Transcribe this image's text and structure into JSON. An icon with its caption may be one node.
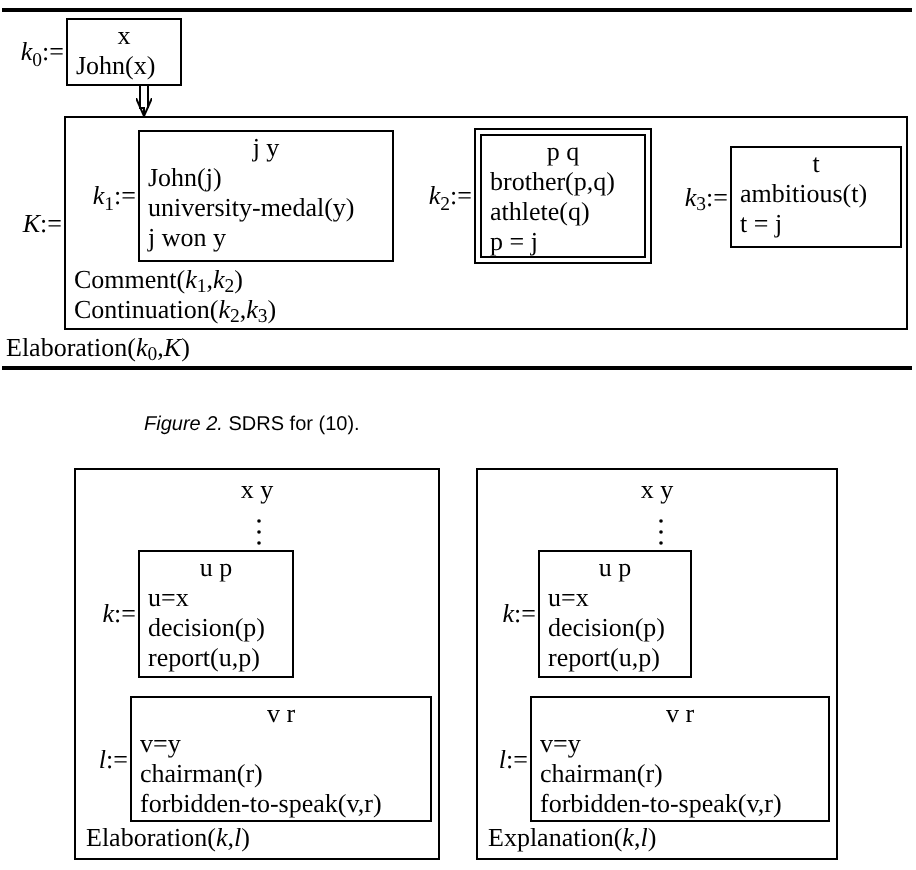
{
  "diagram": {
    "caption": "*Figure 2.* SDRS for (10).",
    "nodes": [
      {
        "text": [
          "x",
          "John(x)"
        ],
        "beside": [
          "*k*$_{0}$:="
        ]
      },
      {
        "text": [
          "Comment(*k*$_{1}$,*k*$_{2}$)",
          "Continuation(*k*$_{2}$,*k*$_{3}$)"
        ],
        "beside": [
          "*K*:="
        ]
      },
      {
        "text": [
          "j y",
          "John(j)",
          "university-medal(y)",
          "j won y"
        ],
        "beside": [
          "*k*$_{1}$:="
        ],
        "in": 1
      },
      {
        "text": [
          "p q",
          "brother(p,q)",
          "athlete(q)",
          "p = j"
        ],
        "beside": [
          "*k*$_{2}$:="
        ],
        "in": 1
      },
      {
        "text": [
          "t",
          "ambitious(t)",
          "t = j"
        ],
        "beside": [
          "*k*$_{3}$:="
        ],
        "in": 1
      },
      {
        "text": [
          "x y",
          "Elaboration(*k*,*l*)"
        ]
      },
      {
        "text": [
          "u p",
          "u=x",
          "decision(p)",
          "report(u,p)"
        ],
        "beside": [
          "*k*:="
        ],
        "in": 5
      },
      {
        "text": [
          "v r",
          "v=y",
          "chairman(r)",
          "forbidden-to-speak(v,r)"
        ],
        "beside": [
          "*l*:="
        ],
        "in": 5
      },
      {
        "text": [
          "x y",
          "Explanation(*k*,*l*)"
        ]
      },
      {
        "text": [
          "u p",
          "u=x",
          "decision(p)",
          "report(u,p)"
        ],
        "beside": [
          "*k*:="
        ],
        "in": 8
      },
      {
        "text": [
          "v r",
          "v=y",
          "chairman(r)",
          "forbidden-to-speak(v,r)"
        ],
        "beside": [
          "*l*:="
        ],
        "in": 8
      }
    ],
    "edges": [
      {
        "from": 0,
        "to": 1,
        "arrow": "to"
      }
    ],
    "labels": [
      "Elaboration(*k*$_{0}$,*K*)"
    ]
  }
}
